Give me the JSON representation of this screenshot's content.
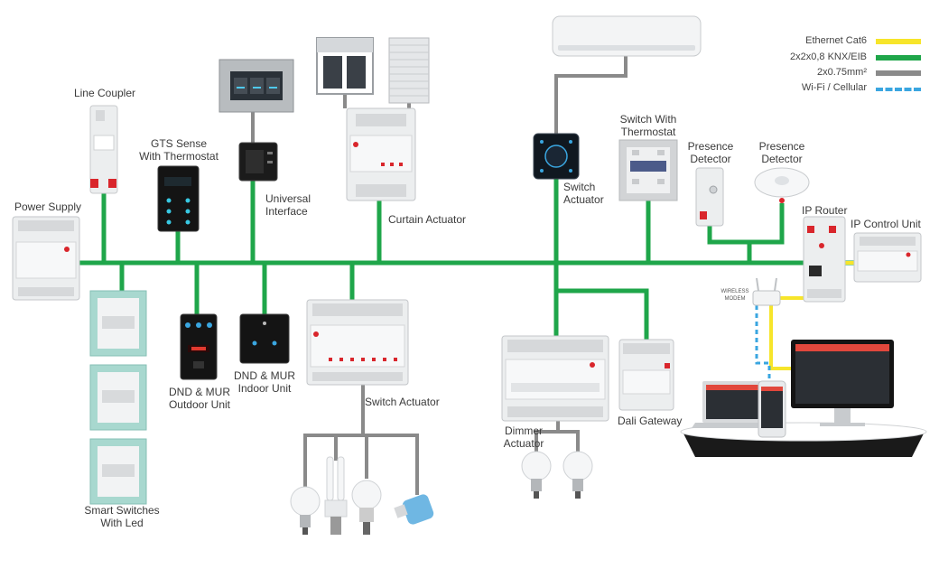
{
  "labels": {
    "line_coupler": "Line Coupler",
    "gts_sense_1": "GTS Sense",
    "gts_sense_2": "With Thermostat",
    "universal_1": "Universal",
    "universal_2": "Interface",
    "curtain": "Curtain Actuator",
    "switch_actuator_top_1": "Switch",
    "switch_actuator_top_2": "Actuator",
    "switch_thermo_1": "Switch With",
    "switch_thermo_2": "Thermostat",
    "presence_a_1": "Presence",
    "presence_a_2": "Detector",
    "presence_b_1": "Presence",
    "presence_b_2": "Detector",
    "ip_router": "IP Router",
    "ip_control": "IP Control Unit",
    "power_supply": "Power Supply",
    "dnd_outdoor_1": "DND & MUR",
    "dnd_outdoor_2": "Outdoor Unit",
    "dnd_indoor_1": "DND & MUR",
    "dnd_indoor_2": "Indoor Unit",
    "switch_actuator_bottom": "Switch Actuator",
    "dimmer_1": "Dimmer",
    "dimmer_2": "Actuator",
    "dali": "Dali Gateway",
    "smart_switches_1": "Smart Switches",
    "smart_switches_2": "With Led",
    "wireless_1": "WIRELESS",
    "wireless_2": "MODEM"
  },
  "legend": [
    {
      "label": "Ethernet Cat6",
      "color": "#f7e52a",
      "style": "solid"
    },
    {
      "label": "2x2x0,8 KNX/EIB",
      "color": "#1fa64a",
      "style": "solid"
    },
    {
      "label": "2x0.75mm²",
      "color": "#8a8a8a",
      "style": "solid"
    },
    {
      "label": "Wi-Fi / Cellular",
      "color": "#3aa6e0",
      "style": "dashed"
    }
  ],
  "colors": {
    "knx": "#1fa64a",
    "power": "#8a8a8a",
    "ethernet": "#f7e52a",
    "wifi": "#3aa6e0",
    "device_body": "#eceeef",
    "panel_dark": "#141414",
    "glass_frame": "#a8d8cf",
    "brand_red": "#d9262c"
  }
}
